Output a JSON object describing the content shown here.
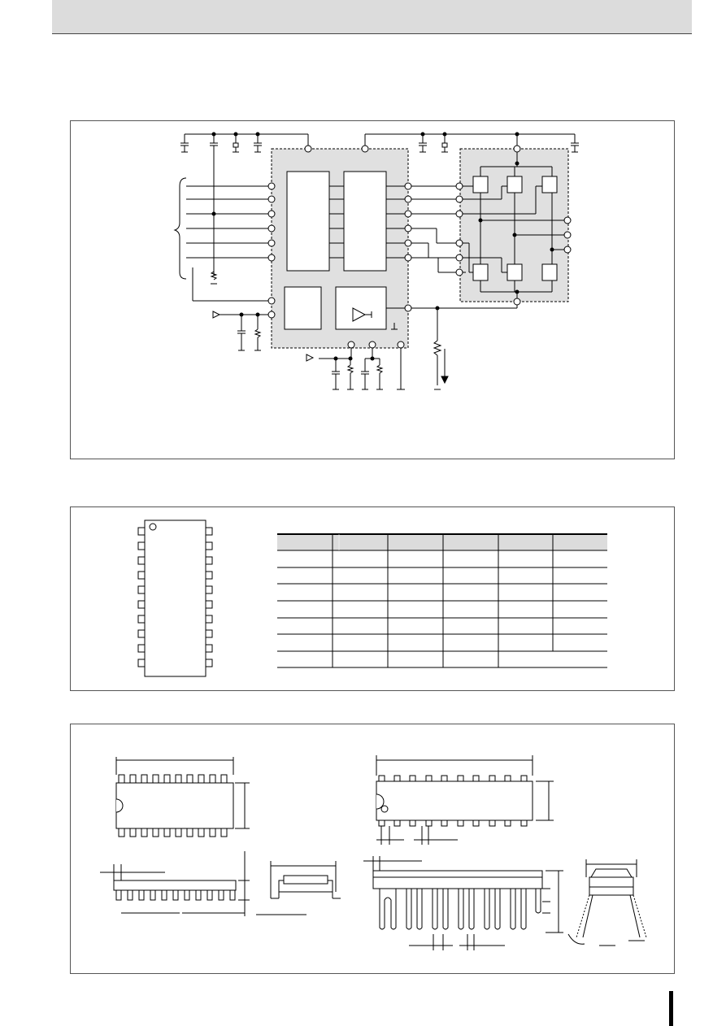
{
  "page": {
    "header": "",
    "marker_color": "#000000"
  },
  "panels": {
    "block_diagram": {
      "title": ""
    },
    "pin_assignment": {
      "title": "",
      "pins_per_side": 10,
      "table": {
        "columns": 6,
        "rows": 7
      }
    },
    "package_outlines": {
      "title": ""
    }
  },
  "colors": {
    "shade": "#e0e0e0",
    "line": "#000000",
    "frame": "#555555"
  }
}
